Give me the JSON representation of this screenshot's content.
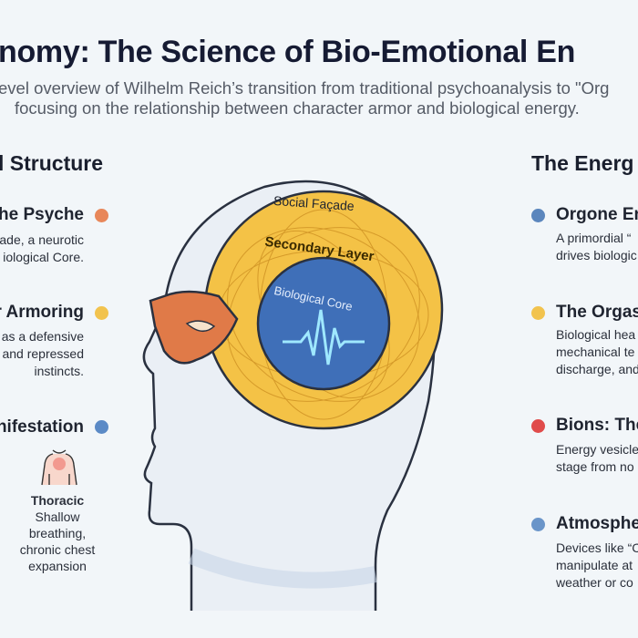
{
  "header": {
    "title": "nomy: The Science of Bio-Emotional En",
    "subtitle_line1": "evel overview of Wilhelm Reich’s transition from traditional psychoanalysis to \"Org",
    "subtitle_line2": "focusing on the relationship between character armor and biological energy."
  },
  "left": {
    "section_title": "l Structure",
    "items": [
      {
        "heading": "the Psyche",
        "lines": [
          "ade, a neurotic",
          "iological Core."
        ],
        "color": "#e8875a"
      },
      {
        "heading": "r Armoring",
        "lines": [
          "as a defensive",
          "and repressed",
          "instincts."
        ],
        "color": "#f2c34e"
      },
      {
        "heading": "nifestation",
        "color": "#5b8ac6"
      }
    ],
    "manifestation": {
      "label": "Thoracic",
      "lines": [
        "Shallow",
        "breathing,",
        "chronic chest",
        "expansion"
      ]
    }
  },
  "diagram": {
    "outer_label": "Social Façade",
    "middle_label": "Secondary Layer",
    "core_label": "Biological Core",
    "colors": {
      "outer": "#e7ecf2",
      "middle": "#f4c246",
      "core": "#3f6fb8",
      "mask": "#e07a48"
    }
  },
  "right": {
    "section_title": "The Energ",
    "items": [
      {
        "heading": "Orgone En",
        "lines": [
          "A primordial “",
          "drives biologic"
        ],
        "color": "#5b86bd"
      },
      {
        "heading": "The Orgas",
        "lines": [
          "Biological hea",
          "mechanical te",
          "discharge, and"
        ],
        "color": "#f2c34e"
      },
      {
        "heading": "Bions: The",
        "lines": [
          "Energy vesicle",
          "stage from no"
        ],
        "color": "#e04b4b"
      },
      {
        "heading": "Atmosphe",
        "lines": [
          "Devices like “C",
          "manipulate at",
          "weather or co"
        ],
        "color": "#6a95c9"
      }
    ]
  }
}
